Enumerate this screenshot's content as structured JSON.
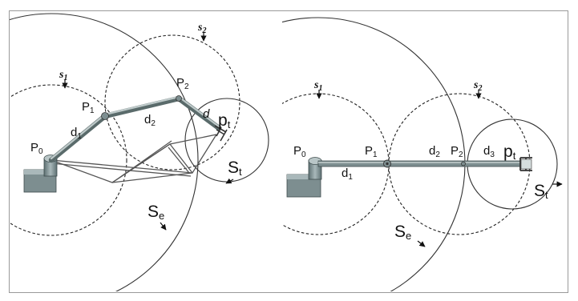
{
  "left_panel": {
    "labels": {
      "s1": "s",
      "s1_sub": "1",
      "s2": "s",
      "s2_sub": "2",
      "p0": "P",
      "p0_sub": "0",
      "p1": "P",
      "p1_sub": "1",
      "p2": "P",
      "p2_sub": "2",
      "pt": "p",
      "pt_sub": "t",
      "d1": "d",
      "d1_sub": "1",
      "d2": "d",
      "d2_sub": "2",
      "d3": "d",
      "st": "S",
      "st_sub": "t",
      "se": "S",
      "se_sub": "e"
    }
  },
  "right_panel": {
    "labels": {
      "s1": "s",
      "s1_sub": "1",
      "s2": "s",
      "s2_sub": "2",
      "p0": "P",
      "p0_sub": "0",
      "p1": "P",
      "p1_sub": "1",
      "p2": "P",
      "p2_sub": "2",
      "pt": "p",
      "pt_sub": "t",
      "d1": "d",
      "d1_sub": "1",
      "d2": "d",
      "d2_sub": "2",
      "d3": "d",
      "d3_sub": "3",
      "st": "S",
      "st_sub": "t",
      "se": "S",
      "se_sub": "e"
    }
  },
  "colors": {
    "frame": "#9a9a9a",
    "arm": "#5a6b6b",
    "base": "#7d8e90"
  }
}
